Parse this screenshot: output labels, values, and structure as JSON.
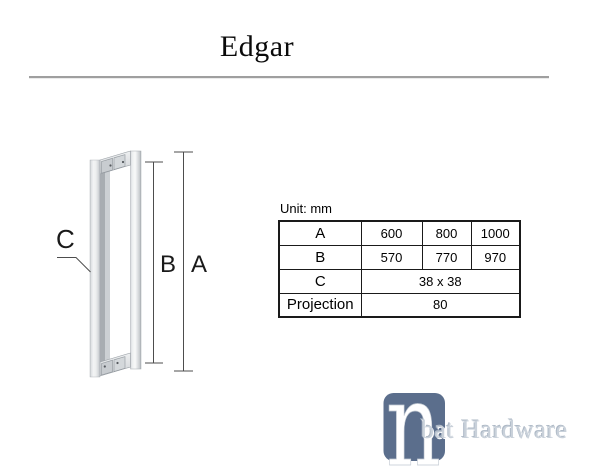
{
  "page": {
    "title": "Edgar"
  },
  "diagram": {
    "label_a": "A",
    "label_b": "B",
    "label_c": "C"
  },
  "spec_table": {
    "unit_label": "Unit: mm",
    "rows": [
      {
        "label": "A",
        "values": [
          "600",
          "800",
          "1000"
        ]
      },
      {
        "label": "B",
        "values": [
          "570",
          "770",
          "970"
        ]
      },
      {
        "label": "C",
        "values": [
          "38 x 38"
        ]
      },
      {
        "label": "Projection",
        "values": [
          "80"
        ]
      }
    ]
  },
  "logo": {
    "mark": "n",
    "text": "bat Hardware",
    "mark_bg_color": "#5b6e8c",
    "text_color": "#c9d1da"
  },
  "colors": {
    "rule": "#9f9f9f",
    "table_border": "#1a1a1a",
    "dimension_line": "#4d4d4d",
    "handle_light": "#f3f4f5",
    "handle_dark": "#a8adb2"
  }
}
